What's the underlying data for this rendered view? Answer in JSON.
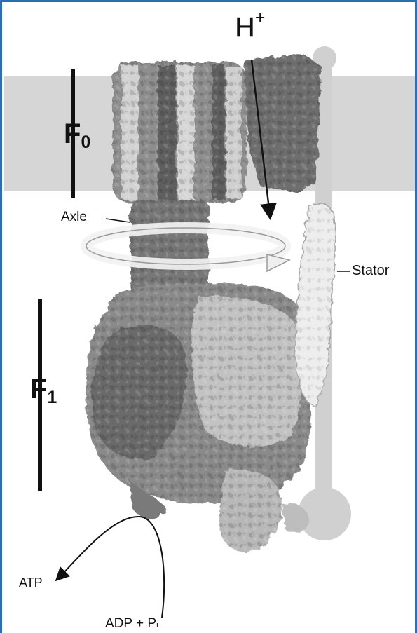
{
  "labels": {
    "h_plus": {
      "base": "H",
      "sup": "+"
    },
    "f0": {
      "base": "F",
      "sub": "0"
    },
    "f1": {
      "base": "F",
      "sub": "1"
    },
    "axle": "Axle",
    "stator": "Stator",
    "atp": "ATP",
    "adp_pi": {
      "base": "ADP + P",
      "sub": "i"
    }
  },
  "colors": {
    "frame_border": "#2f6db6",
    "membrane": "#d6d6d6",
    "protein_dark": "#6b6b6b",
    "protein_mid": "#8e8e8e",
    "protein_light": "#cfcfcf",
    "stator": "#efefef",
    "lever": "#d0d0d0"
  }
}
